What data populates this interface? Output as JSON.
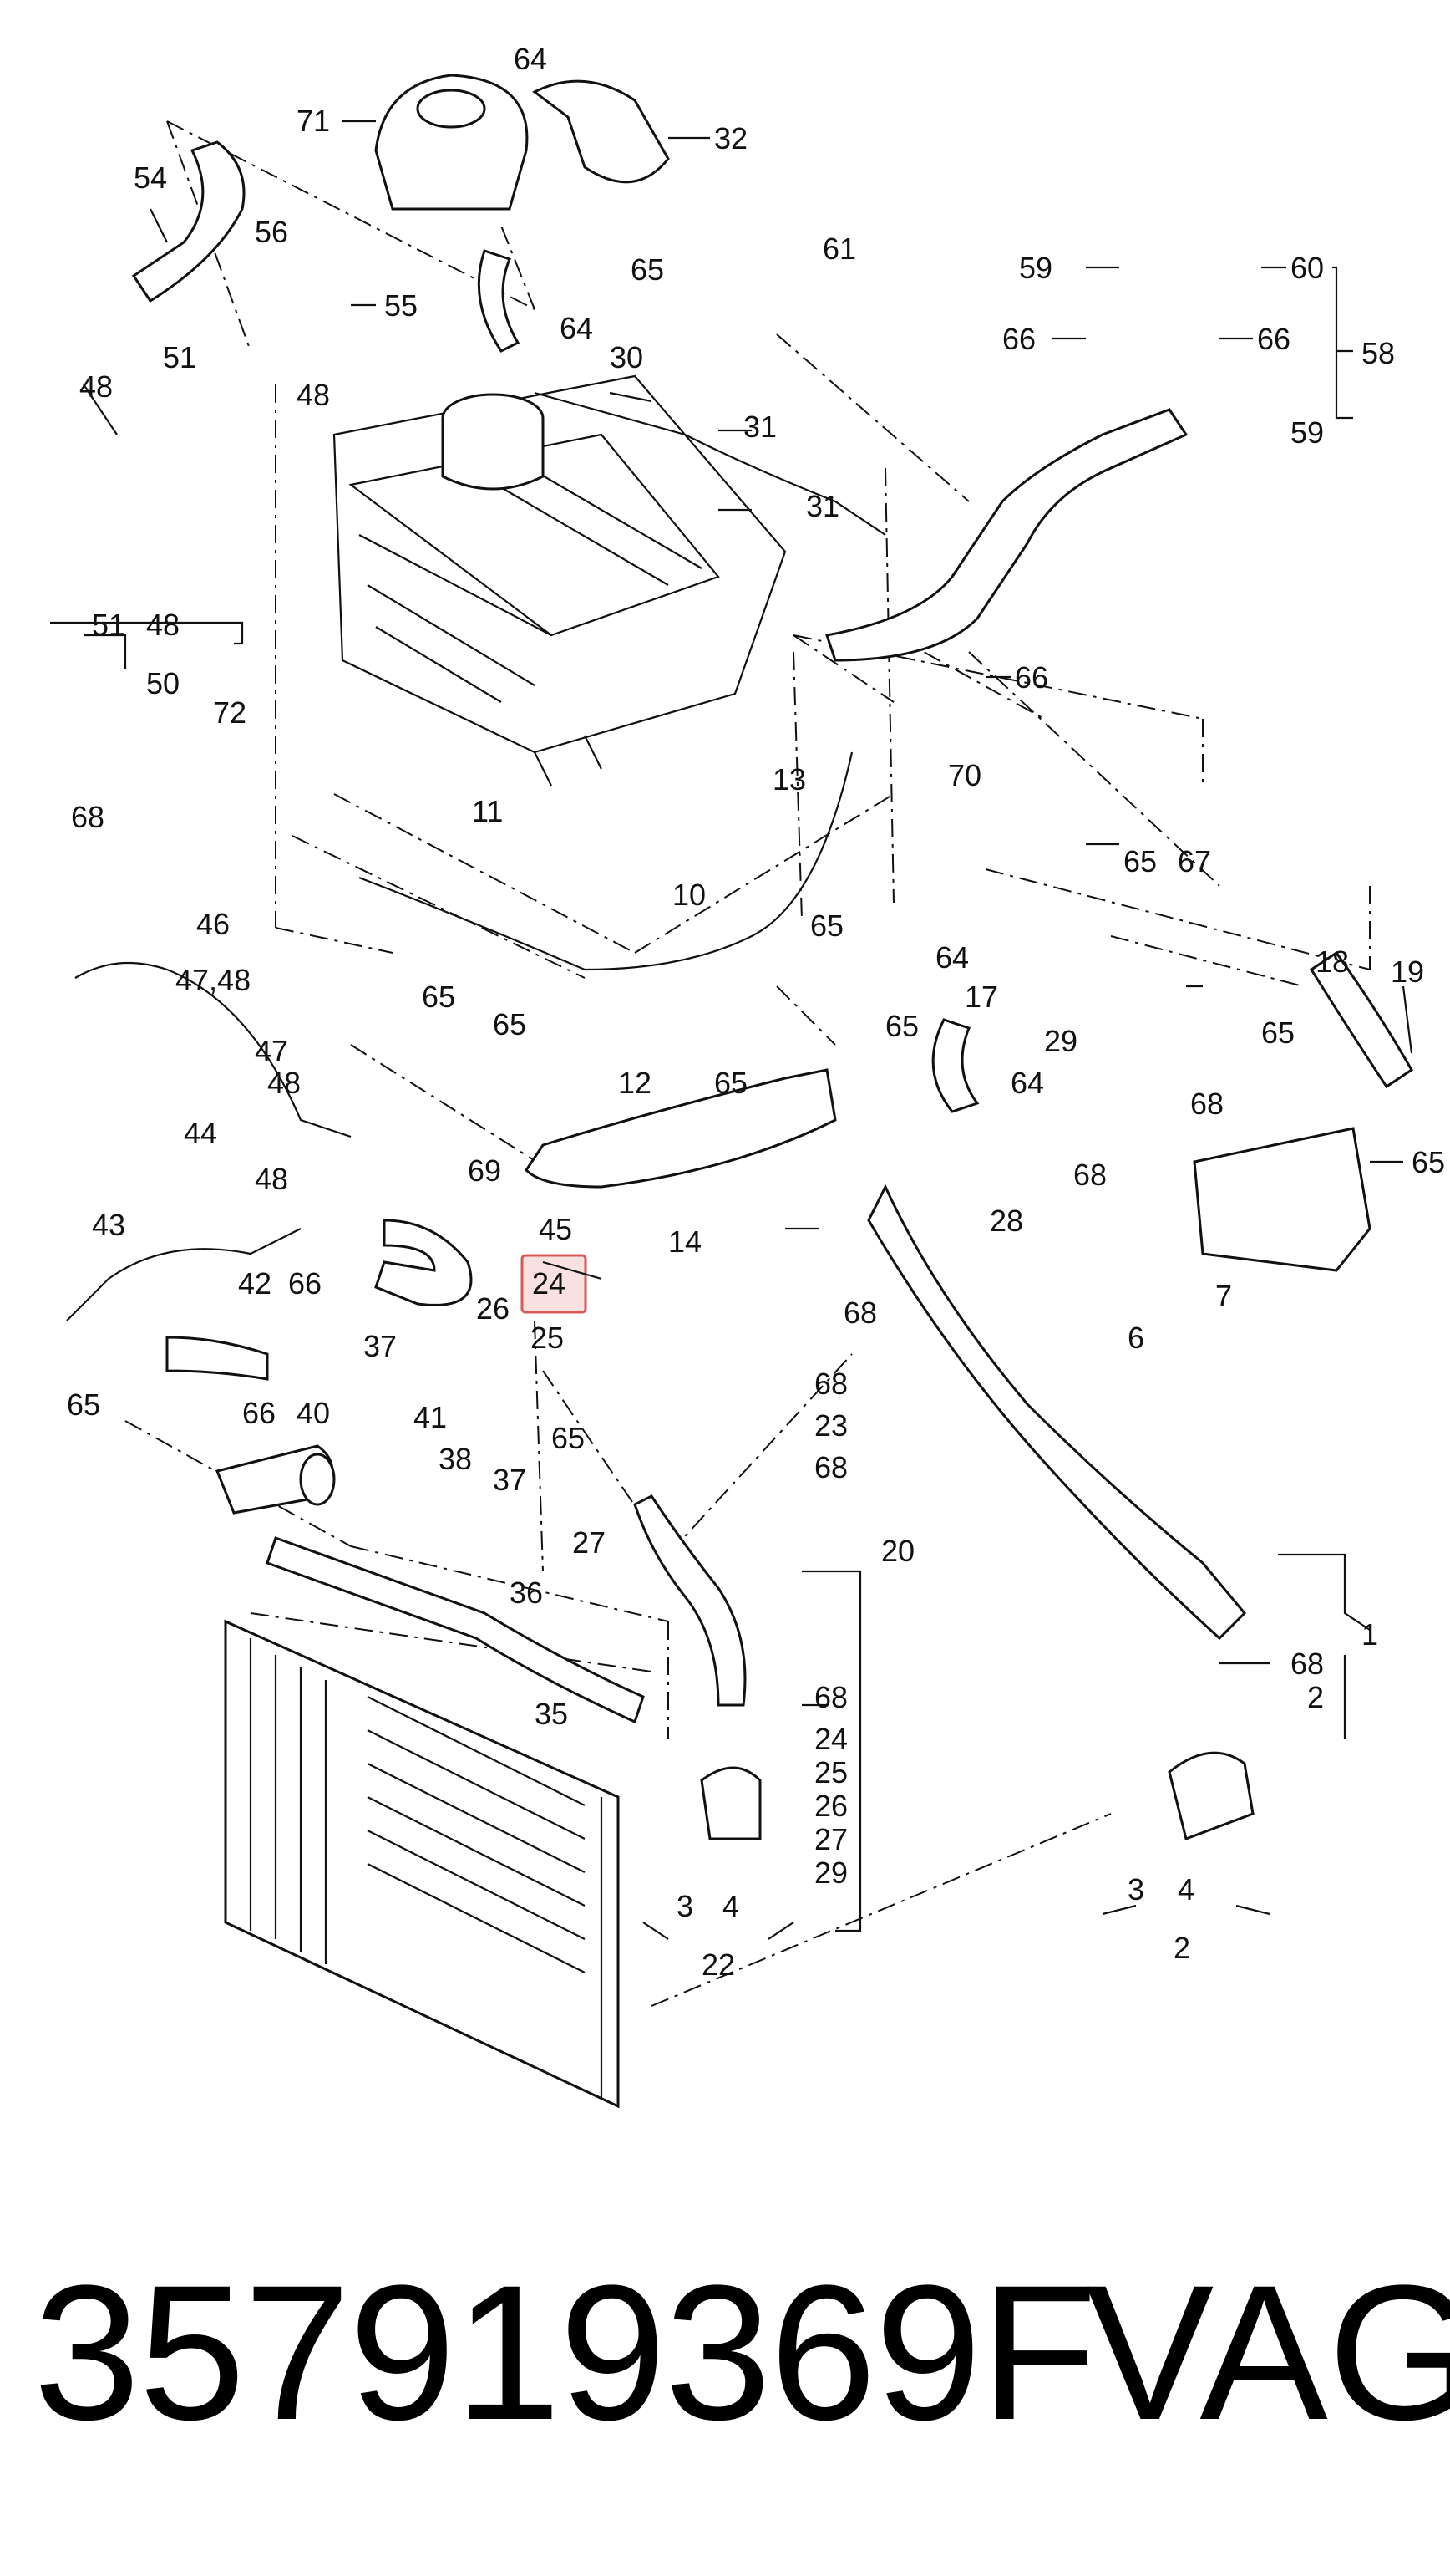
{
  "diagram": {
    "callouts": {
      "c71": "71",
      "c64a": "64",
      "c32": "32",
      "c54": "54",
      "c56": "56",
      "c55": "55",
      "c65a": "65",
      "c61": "61",
      "c59a": "59",
      "c60": "60",
      "c66a": "66",
      "c66b": "66",
      "c58": "58",
      "c59b": "59",
      "c64b": "64",
      "c30": "30",
      "c48a": "48",
      "c51a": "51",
      "c48b": "48",
      "c31a": "31",
      "c31b": "31",
      "c51b": "51",
      "c48c": "48",
      "c50": "50",
      "c66c": "66",
      "c72": "72",
      "c70": "70",
      "c67": "67",
      "c65b": "65",
      "c13": "13",
      "c68a": "68",
      "c11": "11",
      "c10": "10",
      "c46": "46",
      "c4748": "47,48",
      "c65c": "65",
      "c65d": "65",
      "c64c": "64",
      "c18": "18",
      "c19": "19",
      "c17": "17",
      "c47": "47",
      "c65e": "65",
      "c65f": "65",
      "c29": "29",
      "c65g": "65",
      "c12": "12",
      "c48d": "48",
      "c65h": "65",
      "c64d": "64",
      "c68b": "68",
      "c65i": "65",
      "c48e": "48",
      "c44": "44",
      "c69": "69",
      "c28": "28",
      "c68c": "68",
      "c14": "14",
      "c45": "45",
      "c43": "43",
      "c24": "24",
      "c26": "26",
      "c68d": "68",
      "c42": "42",
      "c66d": "66",
      "c25": "25",
      "c65j": "65",
      "c6": "6",
      "c7": "7",
      "c37a": "37",
      "c68e": "68",
      "c23": "23",
      "c65k": "65",
      "c66e": "66",
      "c40": "40",
      "c41": "41",
      "c68f": "68",
      "c38": "38",
      "c37b": "37",
      "c27": "27",
      "c20": "20",
      "c36": "36",
      "c1": "1",
      "c68g": "68",
      "c2a": "2",
      "c35": "35",
      "c68h": "68",
      "c24b": "24",
      "c25b": "25",
      "c26b": "26",
      "c27b": "27",
      "c29b": "29",
      "c3a": "3",
      "c4a": "4",
      "c22": "22",
      "c3b": "3",
      "c4b": "4",
      "c2b": "2"
    },
    "highlight_color": "#d65a5a"
  },
  "footer": {
    "part_number": "357919369F",
    "brand": "VAG"
  }
}
